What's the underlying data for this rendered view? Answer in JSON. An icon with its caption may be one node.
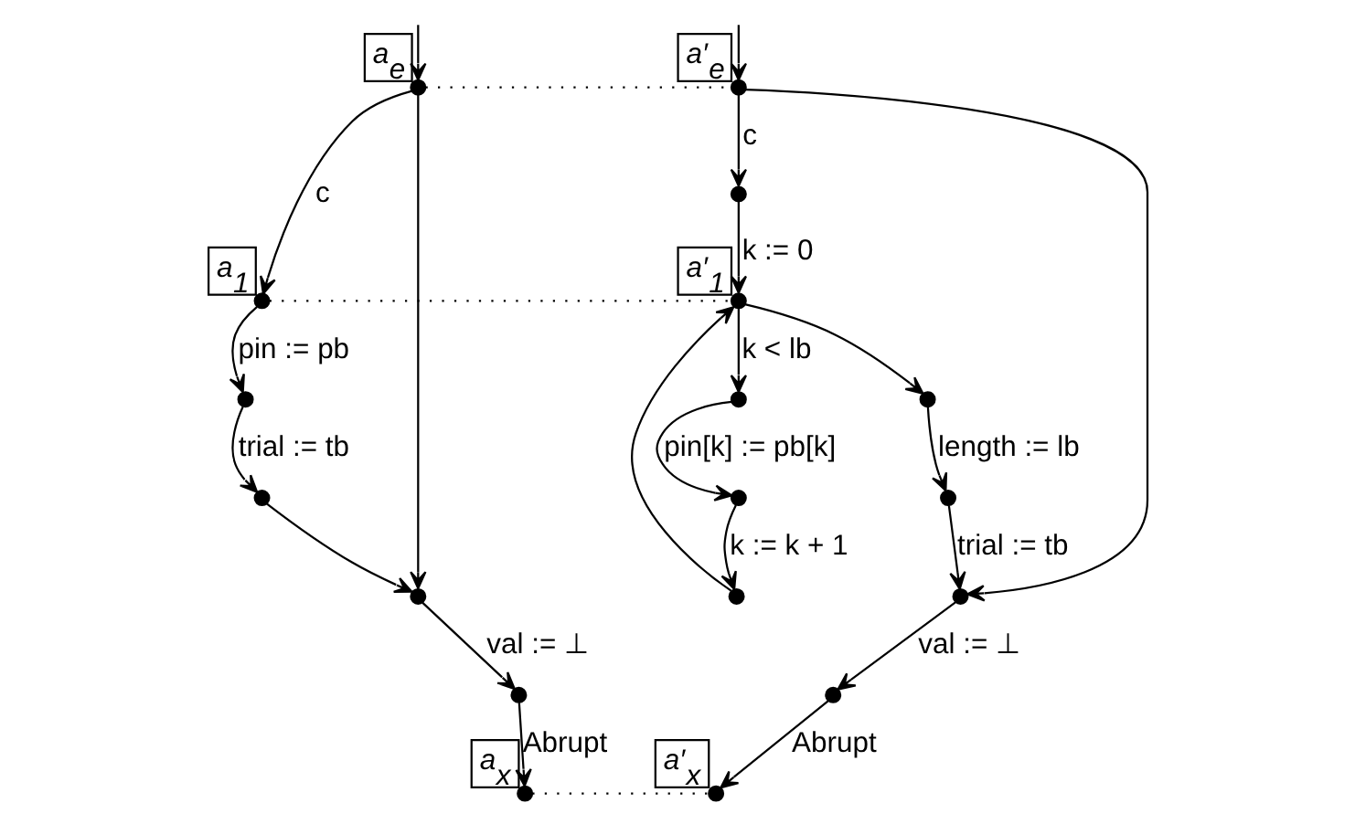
{
  "diagram": {
    "nodes": [
      {
        "text": [
          "a$_{e}$"
        ]
      },
      {
        "text": [
          "a$_{1}$"
        ]
      },
      {
        "text": [],
        "shape": "circle"
      },
      {
        "text": [],
        "shape": "circle"
      },
      {
        "text": [],
        "shape": "circle"
      },
      {
        "text": [],
        "shape": "circle"
      },
      {
        "text": [
          "a$_{x}$"
        ]
      },
      {
        "text": [
          "a′$_{e}$"
        ]
      },
      {
        "text": [],
        "shape": "circle"
      },
      {
        "text": [
          "a′$_{1}$"
        ]
      },
      {
        "text": [],
        "shape": "circle"
      },
      {
        "text": [],
        "shape": "circle"
      },
      {
        "text": [],
        "shape": "circle"
      },
      {
        "text": [],
        "shape": "circle"
      },
      {
        "text": [],
        "shape": "circle"
      },
      {
        "text": [],
        "shape": "circle"
      },
      {
        "text": [],
        "shape": "circle"
      },
      {
        "text": [
          "a′$_{x}$"
        ]
      }
    ],
    "edges": [
      {
        "from": null,
        "to": 0,
        "arrow": "to"
      },
      {
        "from": 0,
        "to": 1,
        "arrow": "to",
        "label": "c"
      },
      {
        "from": 1,
        "to": 2,
        "arrow": "to",
        "label": "pin := pb"
      },
      {
        "from": 2,
        "to": 3,
        "arrow": "to",
        "label": "trial := tb"
      },
      {
        "from": 3,
        "to": 4,
        "arrow": "to"
      },
      {
        "from": 0,
        "to": 4,
        "arrow": "to"
      },
      {
        "from": 4,
        "to": 5,
        "arrow": "to",
        "label": "val := ⊥"
      },
      {
        "from": 5,
        "to": 6,
        "arrow": "to",
        "label": "Abrupt"
      },
      {
        "from": null,
        "to": 7,
        "arrow": "to"
      },
      {
        "from": 7,
        "to": 8,
        "arrow": "to",
        "label": "c"
      },
      {
        "from": 8,
        "to": 9,
        "arrow": "to",
        "label": "k := 0"
      },
      {
        "from": 9,
        "to": 10,
        "arrow": "to"
      },
      {
        "from": 9,
        "to": 11,
        "arrow": "to",
        "label": "k < lb"
      },
      {
        "from": 10,
        "to": 12,
        "arrow": "to",
        "label": "length := lb"
      },
      {
        "from": 11,
        "to": 13,
        "arrow": "to",
        "label": "pin[k] := pb[k]"
      },
      {
        "from": 13,
        "to": 15,
        "arrow": "to",
        "label": "k := k + 1"
      },
      {
        "from": 15,
        "to": 9,
        "arrow": "to"
      },
      {
        "from": 12,
        "to": 14,
        "arrow": "to",
        "label": "trial := tb"
      },
      {
        "from": 7,
        "to": 14,
        "arrow": "to"
      },
      {
        "from": 14,
        "to": 16,
        "arrow": "to",
        "label": "val := ⊥"
      },
      {
        "from": 16,
        "to": 17,
        "arrow": "to",
        "label": "Abrupt"
      },
      {
        "from": 0,
        "to": 7,
        "arrow": "none",
        "style": "dashed"
      },
      {
        "from": 1,
        "to": 9,
        "arrow": "none",
        "style": "dashed"
      },
      {
        "from": 6,
        "to": 17,
        "arrow": "none",
        "style": "dashed"
      }
    ]
  }
}
